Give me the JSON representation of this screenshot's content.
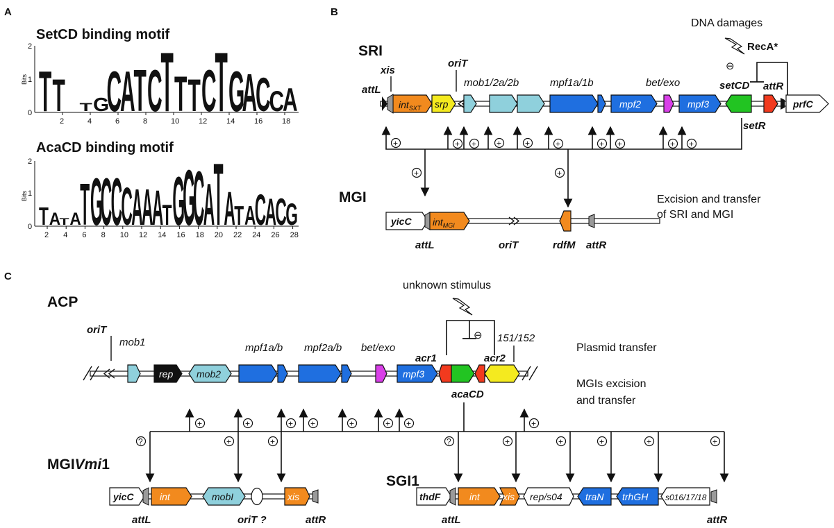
{
  "panels": {
    "a": "A",
    "b": "B",
    "c": "C"
  },
  "motifs": [
    {
      "title": "SetCD binding motif",
      "ylabel": "Bits",
      "yticks": [
        "0",
        "1",
        "2"
      ],
      "xticks": [
        "2",
        "4",
        "6",
        "8",
        "10",
        "12",
        "14",
        "16",
        "18"
      ],
      "logo": "TT·TGCATCTTTCTGACCA"
    },
    {
      "title": "AcaCD binding motif",
      "ylabel": "Bits",
      "yticks": [
        "0",
        "1",
        "2"
      ],
      "xticks": [
        "2",
        "4",
        "6",
        "8",
        "10",
        "12",
        "14",
        "16",
        "18",
        "20",
        "22",
        "24",
        "26",
        "28"
      ],
      "logo": "TATATGCCCAAATGGCATATACACG"
    }
  ],
  "colors": {
    "orange": "#f28a1e",
    "yellow": "#f4ea1f",
    "lightblue": "#8fd0dc",
    "blue": "#1f6fe0",
    "magenta": "#d93fe8",
    "green": "#22c422",
    "red": "#f23a1e",
    "black": "#111111",
    "white": "#ffffff",
    "grey": "#9a9a9a"
  },
  "sri": {
    "title": "SRI",
    "stimulus": "DNA damages",
    "inducer": "RecA*",
    "repression": "⊖",
    "labels": {
      "xis": "xis",
      "oriT": "oriT",
      "attL": "attL",
      "attR": "attR",
      "mob": "mob1/2a/2b",
      "mpf": "mpf1a/1b",
      "betexo": "bet/exo",
      "setCD": "setCD",
      "setR": "setR"
    },
    "genes": {
      "int": "int",
      "int_sub": "SXT",
      "srp": "srp",
      "mpf2": "mpf2",
      "mpf3": "mpf3",
      "prfC": "prfC"
    }
  },
  "mgi": {
    "title": "MGI",
    "genes": {
      "yicC": "yicC",
      "int": "int",
      "int_sub": "MGI"
    },
    "labels": {
      "attL": "attL",
      "oriT": "oriT",
      "rdfM": "rdfM",
      "attR": "attR"
    },
    "note1": "Excision and transfer",
    "note2": "of SRI and MGI"
  },
  "acp": {
    "title": "ACP",
    "stimulus": "unknown stimulus",
    "repression": "⊖",
    "labels": {
      "oriT": "oriT",
      "mob1": "mob1",
      "mpf1": "mpf1a/b",
      "mpf2": "mpf2a/b",
      "betexo": "bet/exo",
      "acr1": "acr1",
      "acr2": "acr2",
      "ind": "151/152",
      "acaCD": "acaCD"
    },
    "genes": {
      "rep": "rep",
      "mob2": "mob2",
      "mpf3": "mpf3"
    },
    "note1": "Plasmid transfer",
    "note2a": "MGIs excision",
    "note2b": "and transfer"
  },
  "mgivmi": {
    "title_pre": "MGI",
    "title_it": "Vmi",
    "title_post": "1",
    "genes": {
      "yicC": "yicC",
      "int": "int",
      "mobI": "mobI",
      "xis": "xis"
    },
    "labels": {
      "attL": "attL",
      "oriT": "oriT ?",
      "attR": "attR"
    }
  },
  "sgi": {
    "title": "SGI1",
    "genes": {
      "thdF": "thdF",
      "int": "int",
      "xis": "xis",
      "rep": "rep/s04",
      "traN": "traN",
      "trhGH": "trhGH",
      "s016": "s016/17/18"
    },
    "labels": {
      "attL": "attL",
      "attR": "attR"
    }
  },
  "symbols": {
    "plus": "+",
    "question": "?"
  }
}
